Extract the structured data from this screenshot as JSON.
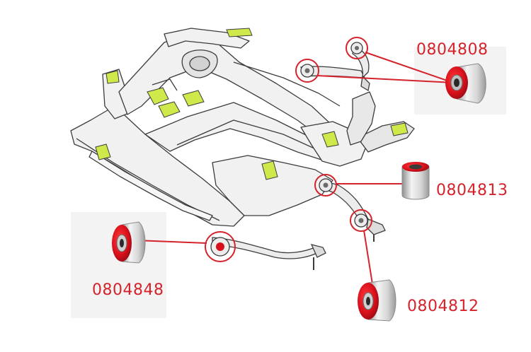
{
  "colors": {
    "callout": "#d5232c",
    "bushing_red": "#d8101c",
    "metal_light": "#eeeeee",
    "metal_dark": "#9a9a9a",
    "frame_fill": "#f1f1f1",
    "frame_line": "#3c3c3c",
    "mount_yellow": "#cfe84a",
    "panel_bg": "#f3f3f3"
  },
  "icons": {
    "subframe": "front-subframe-illustration",
    "bushing": "polyurethane-bushing-icon",
    "callout_circle": "callout-circle-icon"
  },
  "parts": [
    {
      "id": "p1",
      "code": "0804808"
    },
    {
      "id": "p2",
      "code": "0804813"
    },
    {
      "id": "p3",
      "code": "0804848"
    },
    {
      "id": "p4",
      "code": "0804812"
    }
  ]
}
